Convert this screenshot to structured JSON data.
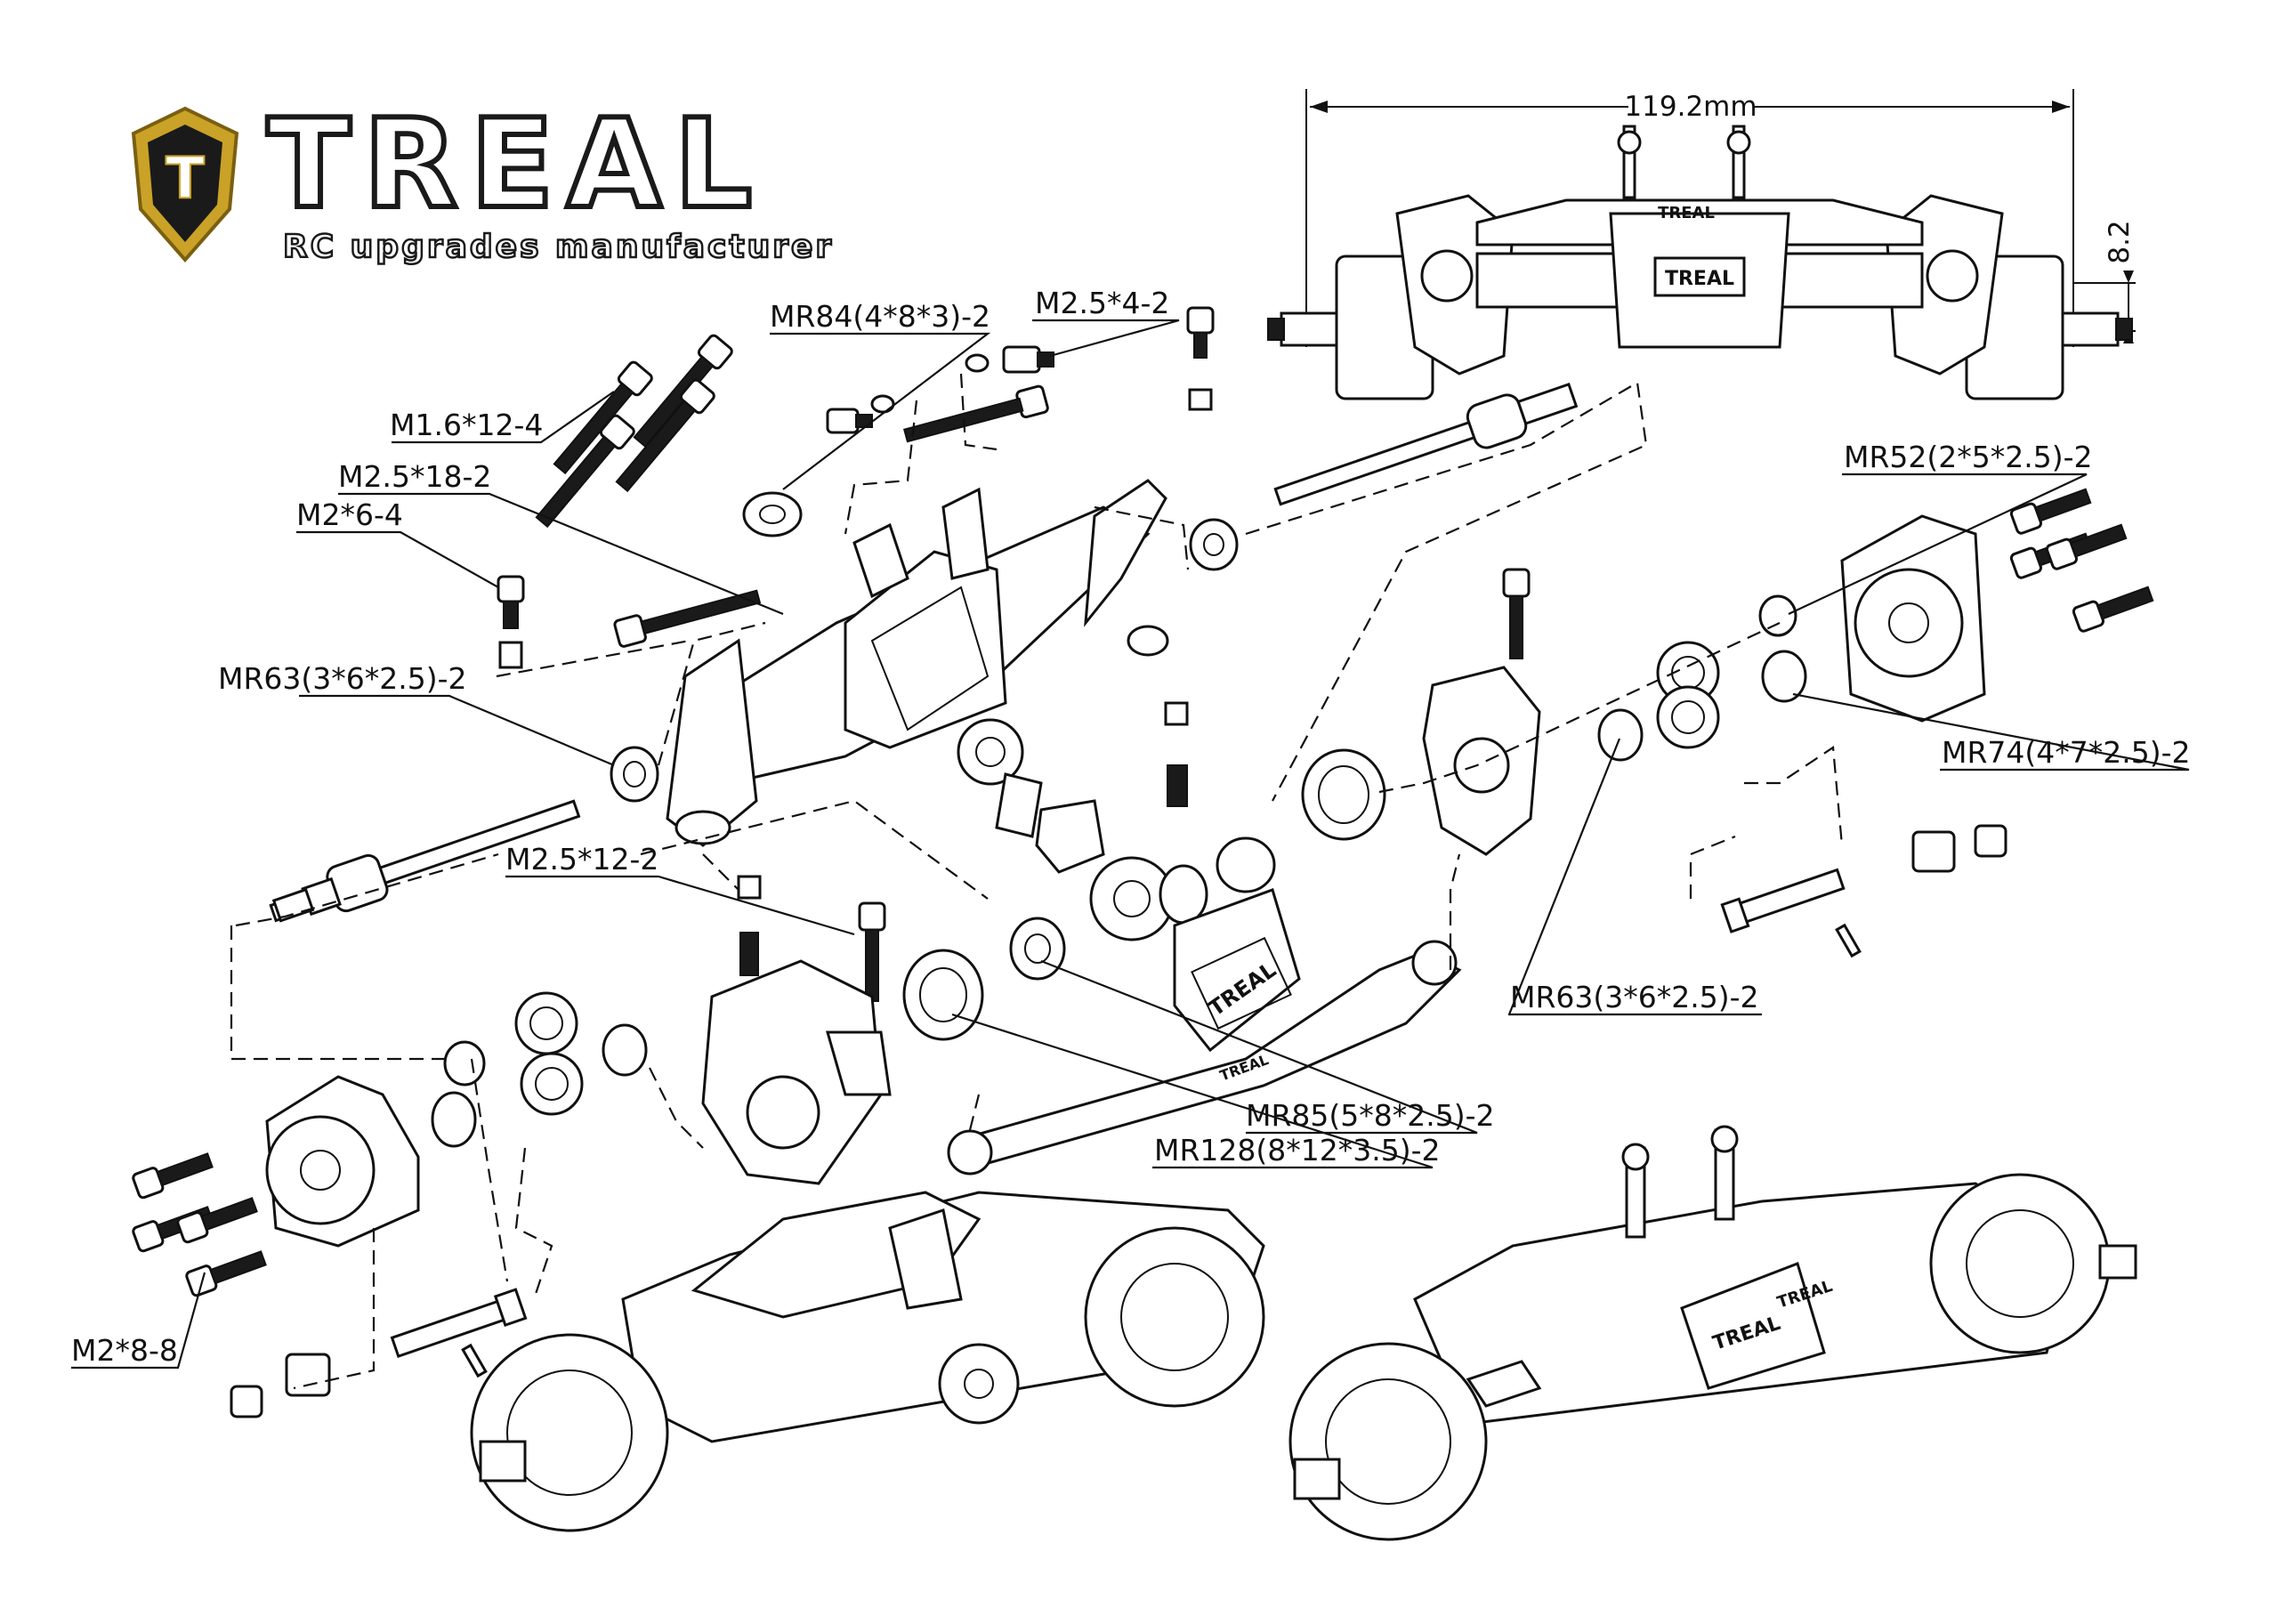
{
  "brand": {
    "name": "TREAL",
    "tagline": "RC upgrades manufacturer",
    "emblem_letter": "T",
    "colors": {
      "gold": "#c9a227",
      "dark": "#1a1a1a"
    }
  },
  "dimensions": {
    "width": "119.2mm",
    "height": "8.2"
  },
  "part_labels": [
    "M2.5*4-2",
    "MR84(4*8*3)-2",
    "M1.6*12-4",
    "M2.5*18-2",
    "M2*6-4",
    "MR63(3*6*2.5)-2",
    "MR52(2*5*2.5)-2",
    "MR74(4*7*2.5)-2",
    "M2.5*12-2",
    "MR63(3*6*2.5)-2",
    "MR85(5*8*2.5)-2",
    "MR128(8*12*3.5)-2",
    "M2*8-8"
  ],
  "housing_text": "TREAL"
}
